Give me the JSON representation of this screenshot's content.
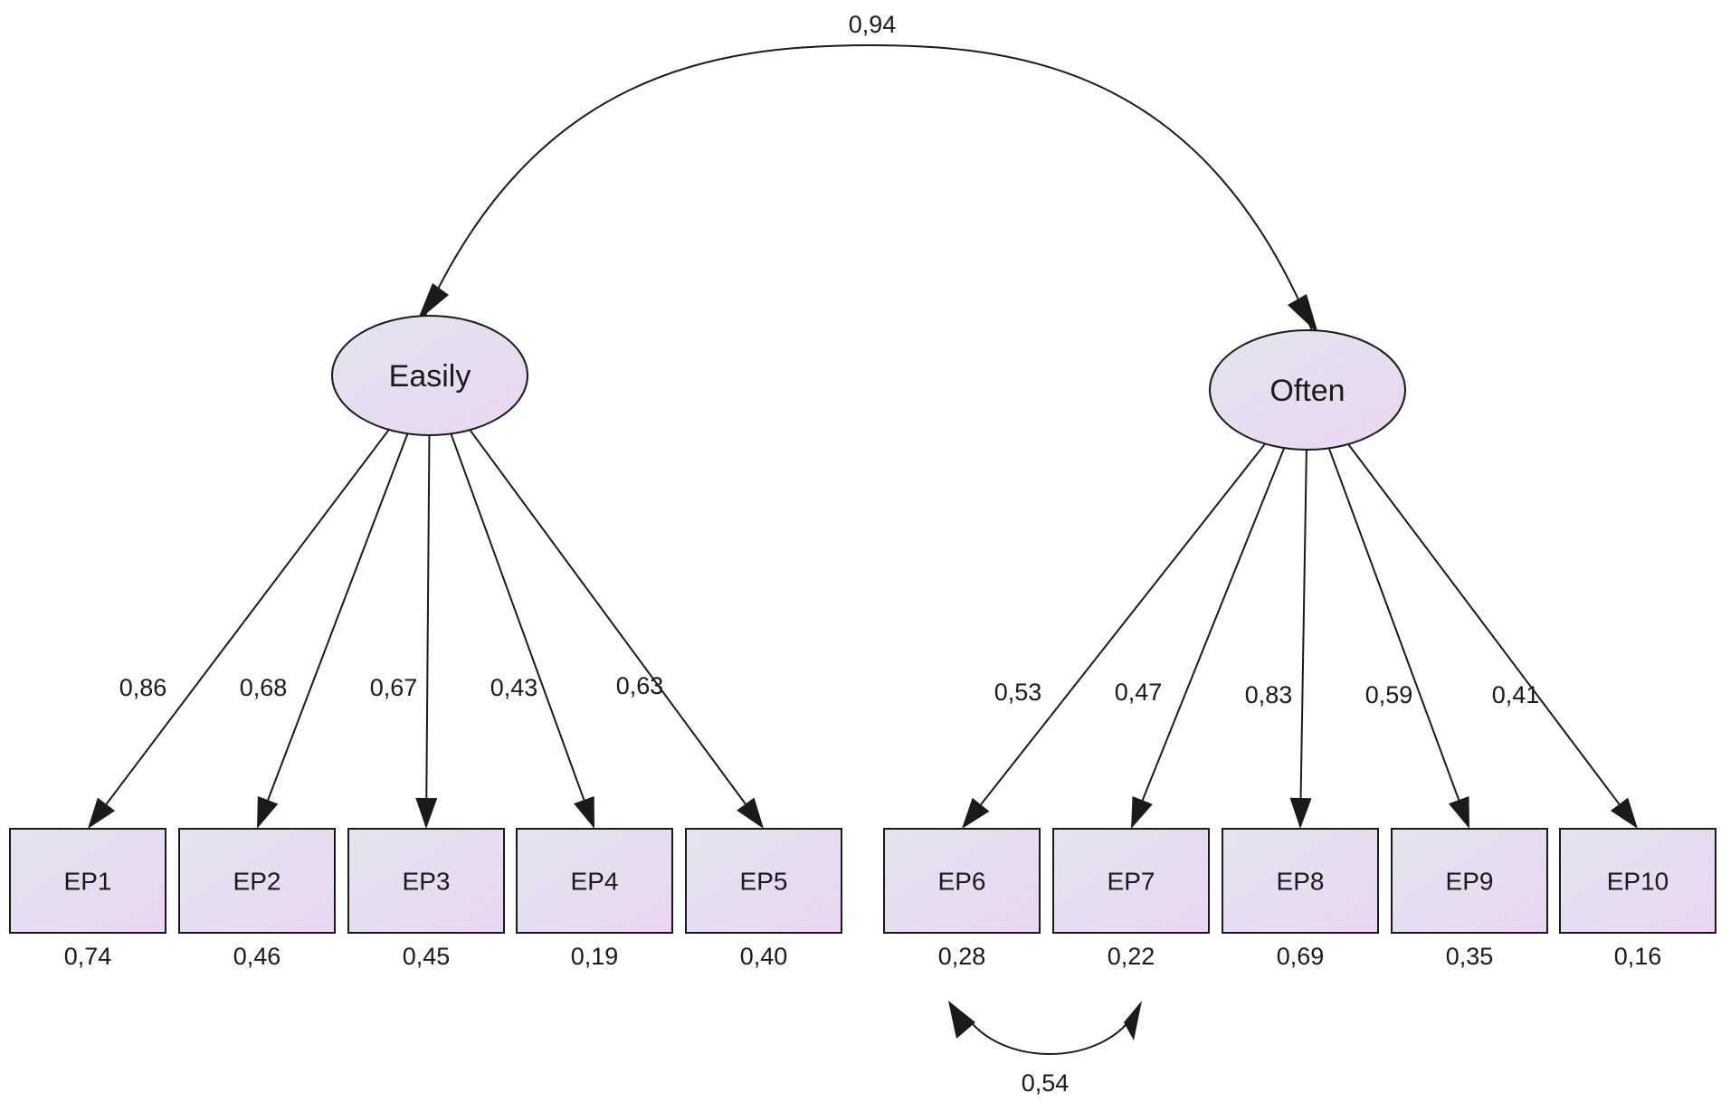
{
  "latent_factors": [
    {
      "id": "easily",
      "label": "Easily"
    },
    {
      "id": "often",
      "label": "Often"
    }
  ],
  "factor_correlation": "0,94",
  "indicators": [
    {
      "label": "EP1",
      "factor": "easily",
      "loading": "0,86",
      "r2": "0,74"
    },
    {
      "label": "EP2",
      "factor": "easily",
      "loading": "0,68",
      "r2": "0,46"
    },
    {
      "label": "EP3",
      "factor": "easily",
      "loading": "0,67",
      "r2": "0,45"
    },
    {
      "label": "EP4",
      "factor": "easily",
      "loading": "0,43",
      "r2": "0,19"
    },
    {
      "label": "EP5",
      "factor": "easily",
      "loading": "0,63",
      "r2": "0,40"
    },
    {
      "label": "EP6",
      "factor": "often",
      "loading": "0,53",
      "r2": "0,28"
    },
    {
      "label": "EP7",
      "factor": "often",
      "loading": "0,47",
      "r2": "0,22"
    },
    {
      "label": "EP8",
      "factor": "often",
      "loading": "0,83",
      "r2": "0,69"
    },
    {
      "label": "EP9",
      "factor": "often",
      "loading": "0,59",
      "r2": "0,35"
    },
    {
      "label": "EP10",
      "factor": "often",
      "loading": "0,41",
      "r2": "0,16"
    }
  ],
  "error_covariances": [
    {
      "between": [
        "EP6",
        "EP7"
      ],
      "value": "0,54"
    }
  ],
  "colors": {
    "node_fill_start": "#e3e4ef",
    "node_fill_end": "#ebd6f1",
    "stroke": "#1a1a1a"
  }
}
